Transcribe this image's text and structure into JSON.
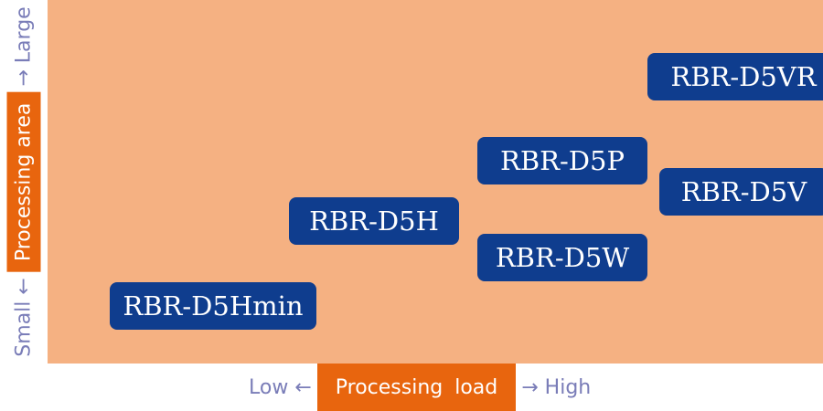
{
  "colors": {
    "plot_background": "#f5b182",
    "axis_highlight": "#e8650e",
    "axis_text": "#7a7db8",
    "product_box": "#0f3d8e",
    "product_text": "#ffffff"
  },
  "y_axis": {
    "low": "Small ←",
    "title": "Processing area",
    "high": "→ Large"
  },
  "x_axis": {
    "low": "Low ←",
    "title": "Processing load",
    "high": "→ High"
  },
  "products": [
    {
      "label": "RBR-D5VR"
    },
    {
      "label": "RBR-D5P"
    },
    {
      "label": "RBR-D5V"
    },
    {
      "label": "RBR-D5H"
    },
    {
      "label": "RBR-D5W"
    },
    {
      "label": "RBR-D5Hmin"
    }
  ]
}
